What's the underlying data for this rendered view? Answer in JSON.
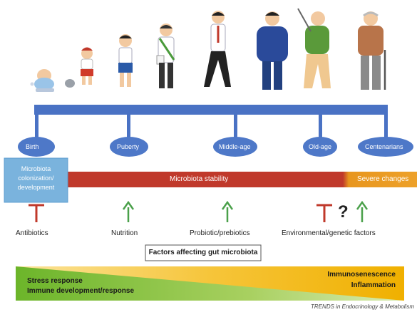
{
  "stages": [
    {
      "label": "Birth"
    },
    {
      "label": "Puberty"
    },
    {
      "label": "Middle-age"
    },
    {
      "label": "Old-age"
    },
    {
      "label": "Centenarians"
    }
  ],
  "bars": {
    "colonization": "Microbiota colonization/ development",
    "stability": "Microbiota stability",
    "severe": "Severe changes"
  },
  "factors": [
    {
      "label": "Antibiotics",
      "symbol": "inhibit"
    },
    {
      "label": "Nutrition",
      "symbol": "promote"
    },
    {
      "label": "Probiotic/prebiotics",
      "symbol": "promote"
    },
    {
      "label": "Environmental/genetic factors",
      "symbol": "inhibit-unknown-promote"
    }
  ],
  "question_mark": "?",
  "factors_box": "Factors affecting gut microbiota",
  "gradient": {
    "left_line1": "Stress response",
    "left_line2": "Immune development/response",
    "right_line1": "Immunosenescence",
    "right_line2": "Inflammation"
  },
  "credit": "TRENDS in Endocrinology & Metabolism",
  "colors": {
    "timeline_blue": "#4a72c4",
    "ellipse_blue": "#4e78c8",
    "colonization_blue": "#7ab3dd",
    "stability_red": "#c0392b",
    "severe_orange": "#e8961e",
    "inhibit_red": "#c0392b",
    "promote_green": "#4aa04a",
    "gradient_green": "#7cbf2e",
    "gradient_yellow": "#f0b400"
  }
}
